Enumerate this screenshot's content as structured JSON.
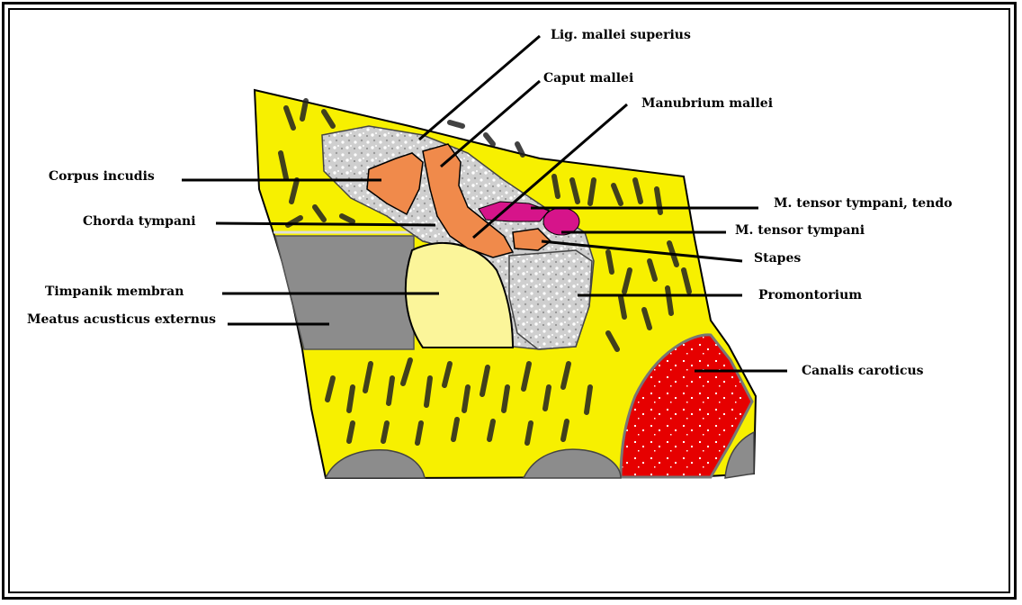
{
  "labels": {
    "lig_mallei_superius": "Lig. mallei superius",
    "caput_mallei": "Caput mallei",
    "manubrium_mallei": "Manubrium mallei",
    "corpus_incudis": "Corpus incudis",
    "m_tensor_tympani_tendo": "M. tensor tympani, tendo",
    "chorda_tympani": "Chorda tympani",
    "m_tensor_tympani": "M. tensor tympani",
    "stapes": "Stapes",
    "timpanik_membran": "Timpanik membran",
    "promontorium": "Promontorium",
    "meatus_acusticus_externus": "Meatus acusticus externus",
    "canalis_caroticus": "Canalis caroticus"
  },
  "colors": {
    "bone": "#f7f000",
    "ossicle": "#f08a4b",
    "muscle": "#d6148a",
    "membrane": "#fbf59a",
    "canal_grey": "#8c8c8c",
    "carotid": "#e60000",
    "outline": "#000000"
  }
}
